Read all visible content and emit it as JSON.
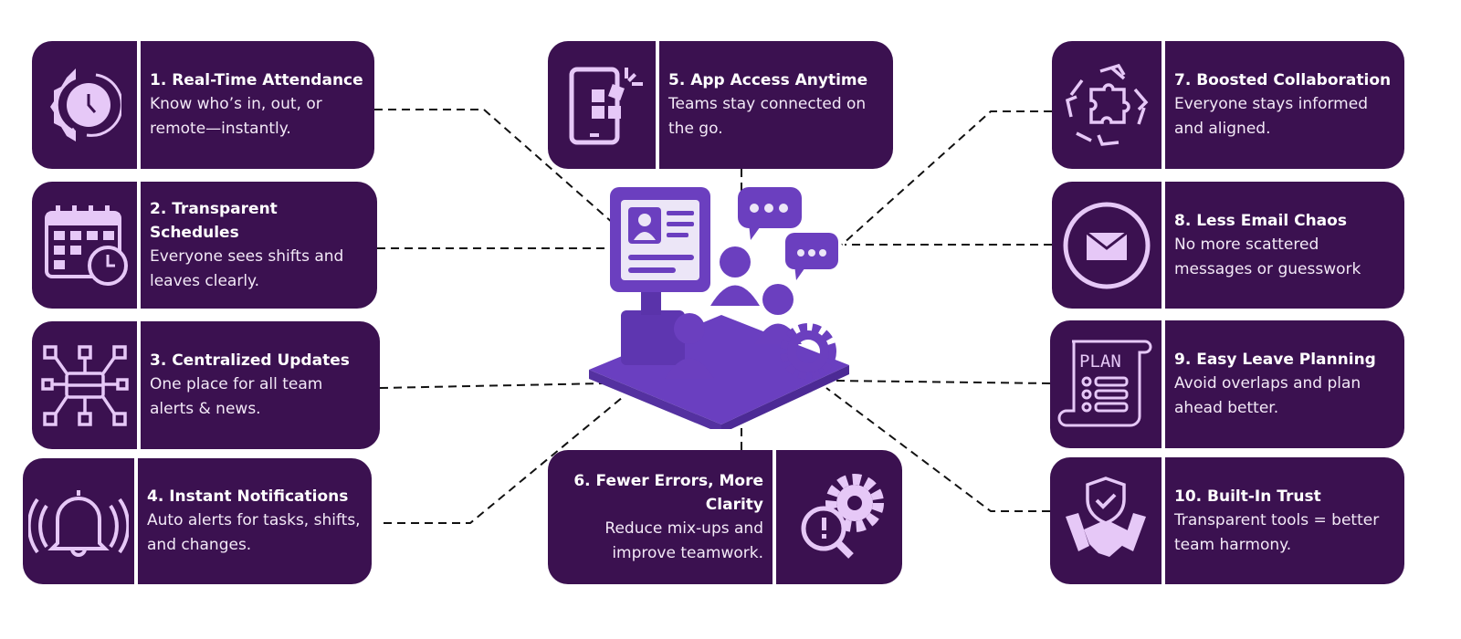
{
  "colors": {
    "card": "#3b1150",
    "icon": "#e6c8f7",
    "hero": "#6b3fbf"
  },
  "cards": [
    {
      "title": "1. Real-Time Attendance",
      "desc": "Know who’s in, out, or remote—instantly.",
      "icon": "gear-clock-icon"
    },
    {
      "title": "2. Transparent Schedules",
      "desc": "Everyone sees shifts and leaves clearly.",
      "icon": "calendar-clock-icon"
    },
    {
      "title": "3. Centralized Updates",
      "desc": "One place for all team alerts & news.",
      "icon": "server-network-icon"
    },
    {
      "title": "4. Instant Notifications",
      "desc": "Auto alerts for tasks, shifts, and changes.",
      "icon": "bell-icon"
    },
    {
      "title": "5. App Access Anytime",
      "desc": "Teams stay connected on the go.",
      "icon": "mobile-app-icon"
    },
    {
      "title": "6. Fewer Errors, More Clarity",
      "desc": "Reduce mix-ups and improve teamwork.",
      "icon": "search-gear-icon"
    },
    {
      "title": "7. Boosted Collaboration",
      "desc": "Everyone stays informed and aligned.",
      "icon": "puzzle-hands-icon"
    },
    {
      "title": "8. Less Email Chaos",
      "desc": "No more scattered messages or guesswork",
      "icon": "envelope-icon"
    },
    {
      "title": "9. Easy Leave Planning",
      "desc": "Avoid overlaps and plan ahead better.",
      "icon": "plan-list-icon",
      "icon_text": "PLAN"
    },
    {
      "title": "10. Built-In Trust",
      "desc": "Transparent tools = better team harmony.",
      "icon": "handshake-shield-icon"
    }
  ]
}
